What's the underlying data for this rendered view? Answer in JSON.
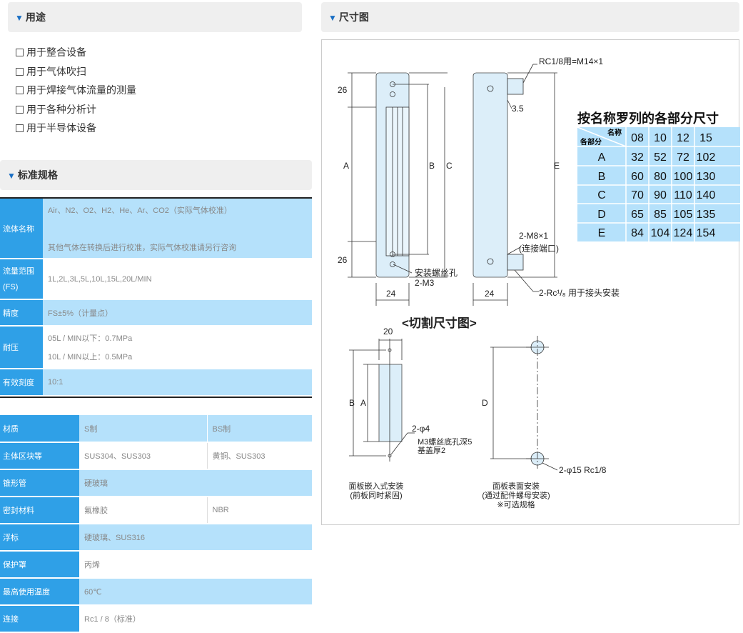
{
  "headers": {
    "uses": "用途",
    "spec": "标准规格",
    "dims": "尺寸图"
  },
  "uses": [
    "用于整合设备",
    "用于气体吹扫",
    "用于焊接气体流量的测量",
    "用于各种分析计",
    "用于半导体设备"
  ],
  "spec1": {
    "fluid_label": "流体名称",
    "fluid_val1": "Air、N2、O2、H2、He、Ar、CO2（实际气体校准）",
    "fluid_val2": "其他气体在转换后进行校准，实际气体校准请另行咨询",
    "range_label": "流量范围(FS)",
    "range_val": "1L,2L,3L,5L,10L,15L,20L/MIN",
    "acc_label": "精度",
    "acc_val": "FS±5%（计量点）",
    "press_label": "耐压",
    "press_val1": "05L / MIN以下：0.7MPa",
    "press_val2": "10L / MIN以上：0.5MPa",
    "eff_label": "有效刻度",
    "eff_val": "10:1"
  },
  "spec2": {
    "rows": [
      {
        "label": "材质",
        "s": "S制",
        "bs": "BS制"
      },
      {
        "label": "主体区块等",
        "s": "SUS304、SUS303",
        "bs": "黄铜、SUS303"
      },
      {
        "label": "锥形管",
        "s": "硬玻璃",
        "bs": ""
      },
      {
        "label": "密封材料",
        "s": "氟橡胶",
        "bs": "NBR"
      },
      {
        "label": "浮标",
        "s": "硬玻璃、SUS316",
        "bs": ""
      },
      {
        "label": "保护罩",
        "s": "丙烯",
        "bs": ""
      },
      {
        "label": "最高使用温度",
        "s": "60℃",
        "bs": ""
      },
      {
        "label": "连接",
        "s": "Rc1 / 8（标准）",
        "bs": ""
      }
    ]
  },
  "drawing": {
    "rc_label": "RC1/8用=M14×1",
    "dim_35": "3.5",
    "dim_26": "26",
    "dim_24": "24",
    "letters": [
      "A",
      "B",
      "C",
      "E",
      "D"
    ],
    "m8": "2-M8×1",
    "m8_note": "(连接端口)",
    "hole_label": "安装螺丝孔",
    "m3": "2-M3",
    "rc_mount": "2-Rc¹/₈ 用于接头安装",
    "table_title": "按名称罗列的各部分尺寸",
    "table_corner_top": "名称",
    "table_corner_bottom": "各部分",
    "table_cols": [
      "08",
      "10",
      "12",
      "15"
    ],
    "table_rows": [
      {
        "name": "A",
        "vals": [
          "32",
          "52",
          "72",
          "102"
        ]
      },
      {
        "name": "B",
        "vals": [
          "60",
          "80",
          "100",
          "130"
        ]
      },
      {
        "name": "C",
        "vals": [
          "70",
          "90",
          "110",
          "140"
        ]
      },
      {
        "name": "D",
        "vals": [
          "65",
          "85",
          "105",
          "135"
        ]
      },
      {
        "name": "E",
        "vals": [
          "84",
          "104",
          "124",
          "154"
        ]
      }
    ],
    "cut_title": "<切割尺寸图>",
    "dim_20": "20",
    "phi4": "2-φ4",
    "m3_note1": "M3螺丝底孔深5",
    "m3_note2": "基盖厚2",
    "phi15": "2-φ15 Rc1/8",
    "inset_cap1": "面板嵌入式安装",
    "inset_cap2": "(前板同时紧固)",
    "surface_cap1": "面板表面安装",
    "surface_cap2": "(通过配件螺母安装)",
    "surface_cap3": "※可选规格"
  }
}
